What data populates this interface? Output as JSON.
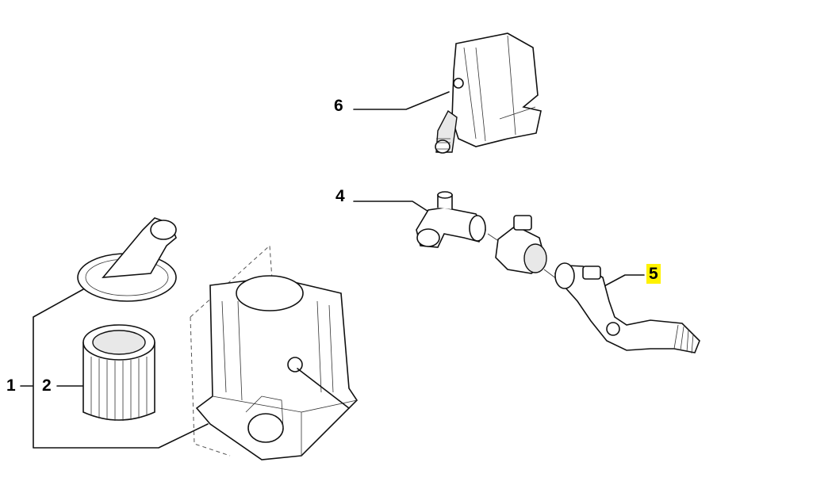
{
  "callouts": {
    "part_1": "1",
    "part_2": "2",
    "part_4": "4",
    "part_5": "5",
    "part_6": "6"
  },
  "highlight_color": "#fff200"
}
